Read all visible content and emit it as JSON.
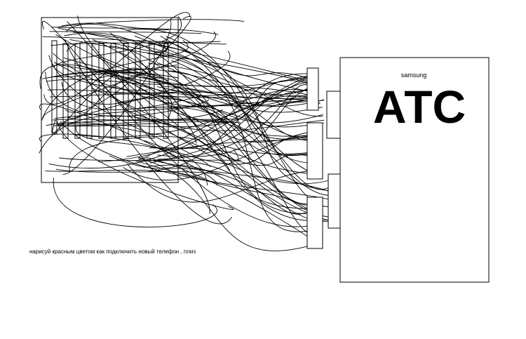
{
  "exchange": {
    "brand": "samsung",
    "title": "АТС"
  },
  "caption": "нарисуй красным цветом как подключить новый телефон , плиз"
}
